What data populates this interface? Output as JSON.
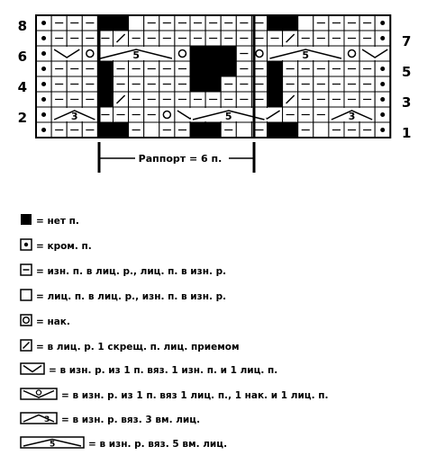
{
  "chart": {
    "row_labels_left": [
      "8",
      "6",
      "4",
      "2"
    ],
    "row_labels_right": [
      "7",
      "5",
      "3",
      "1"
    ],
    "repeat_label": "Раппорт = 6 п.",
    "num_5": "5",
    "num_3": "3"
  },
  "legend": {
    "items": [
      {
        "symbol": "black-square-icon",
        "text": "= нет п."
      },
      {
        "symbol": "dot-square-icon",
        "text": "= кром. п."
      },
      {
        "symbol": "dash-square-icon",
        "text": "= изн. п. в лиц. р., лиц. п. в изн. р."
      },
      {
        "symbol": "empty-square-icon",
        "text": "= лиц. п. в лиц. р., изн. п. в изн. р."
      },
      {
        "symbol": "yarn-over-icon",
        "text": "= нак."
      },
      {
        "symbol": "slash-square-icon",
        "text": "= в лиц. р. 1 скрещ. п. лиц. приемом"
      },
      {
        "symbol": "v-chevron-icon",
        "text": "= в изн. р. из 1 п. вяз. 1 изн. п. и 1 лиц. п."
      },
      {
        "symbol": "v-o-chevron-icon",
        "text": "= в изн. р. из 1 п. вяз 1 лиц. п., 1 нак. и 1 лиц. п."
      },
      {
        "symbol": "dec3-icon",
        "text": "= в изн. р. вяз. 3 вм. лиц.",
        "num": "3"
      },
      {
        "symbol": "dec5-icon",
        "text": "= в изн. р. вяз. 5 вм. лиц.",
        "num": "5"
      }
    ]
  }
}
